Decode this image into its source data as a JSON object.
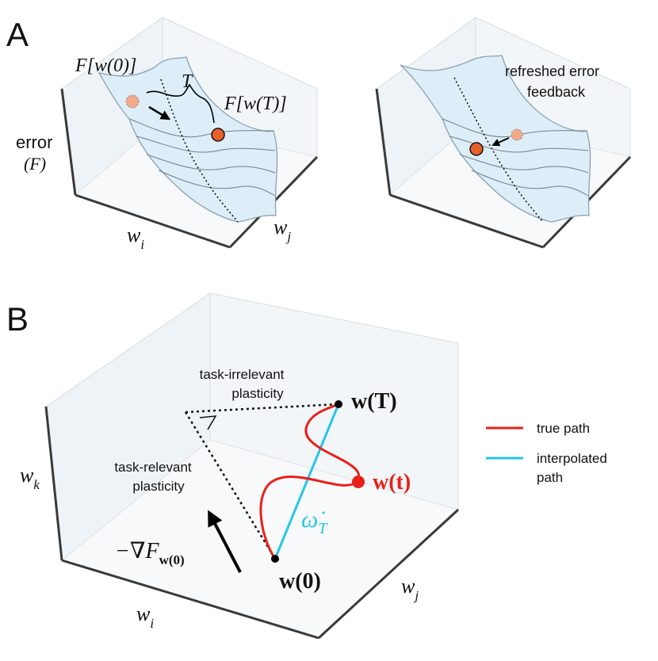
{
  "panelA": {
    "label": "A",
    "left": {
      "f_w0": "F[w(0)]",
      "f_wT": "F[w(T)]",
      "T": "T",
      "error": "error",
      "error_F": "(F)",
      "wi": "w",
      "wi_sub": "i",
      "wj": "w",
      "wj_sub": "j"
    },
    "right": {
      "refreshed_line1": "refreshed error",
      "refreshed_line2": "feedback"
    }
  },
  "panelB": {
    "label": "B",
    "task_irrelevant_line1": "task-irrelevant",
    "task_irrelevant_line2": "plasticity",
    "task_relevant_line1": "task-relevant",
    "task_relevant_line2": "plasticity",
    "wT": "w(T)",
    "wt": "w(t)",
    "w0": "w(0)",
    "omega": "ω̇",
    "omega_sub": "T",
    "grad": "−∇F",
    "grad_sub": "w(0)",
    "wk": "w",
    "wk_sub": "k",
    "wi": "w",
    "wi_sub": "i",
    "wj": "w",
    "wj_sub": "j",
    "legend": {
      "true_path": "true path",
      "interpolated_line1": "interpolated",
      "interpolated_line2": "path"
    }
  },
  "colors": {
    "surface": "#ddeef8",
    "surface_stroke": "#8aa3b3",
    "box_face": "#eef3f7",
    "axis": "#3a3a3a",
    "orange": "#e8602c",
    "faded_orange": "#f2a98a",
    "true_path": "#e8201a",
    "interpolated": "#27c6e6"
  }
}
